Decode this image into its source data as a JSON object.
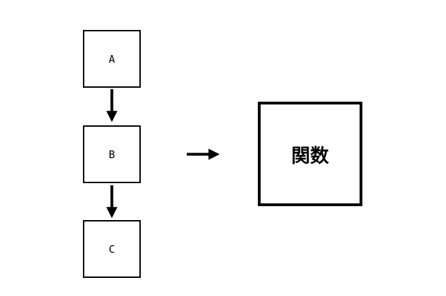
{
  "diagram": {
    "nodes": {
      "a": "A",
      "b": "B",
      "c": "C",
      "function": "関数"
    },
    "colors": {
      "stroke": "#000000",
      "background": "#ffffff"
    }
  }
}
